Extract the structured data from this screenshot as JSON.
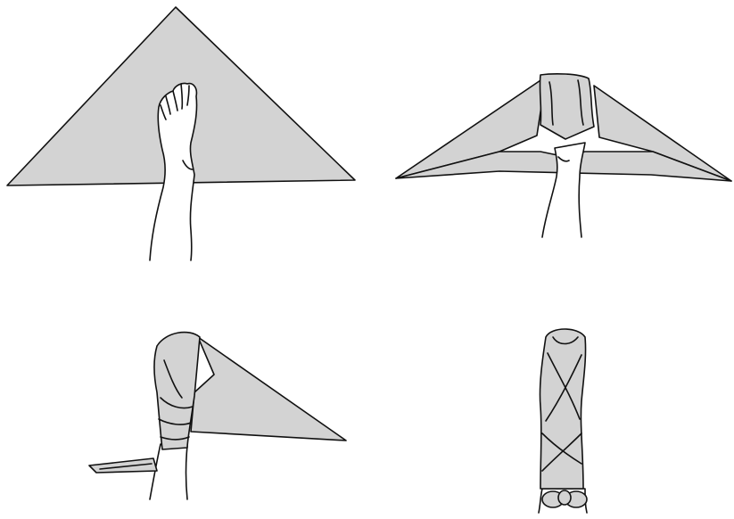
{
  "figure": {
    "panels": [
      {
        "id": "step-1",
        "description_shown": false
      },
      {
        "id": "step-2",
        "description_shown": false
      },
      {
        "id": "step-3",
        "description_shown": false
      },
      {
        "id": "step-4",
        "description_shown": false
      }
    ]
  },
  "colors": {
    "bandage": "#d3d3d3",
    "outline": "#111111",
    "background": "#ffffff"
  }
}
